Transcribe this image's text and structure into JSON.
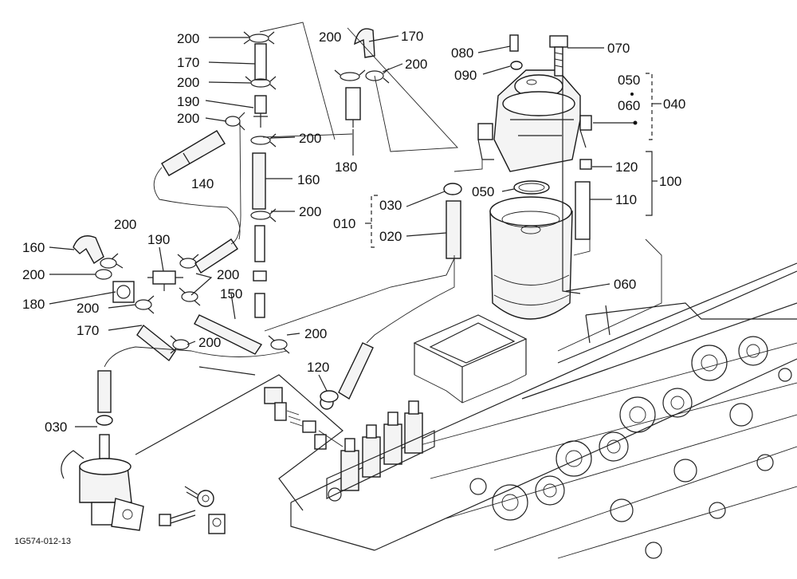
{
  "drawing_id": "1G574-012-13",
  "callouts": [
    {
      "id": "c200a",
      "text": "200"
    },
    {
      "id": "c170a",
      "text": "170"
    },
    {
      "id": "c200b",
      "text": "200"
    },
    {
      "id": "c190a",
      "text": "190"
    },
    {
      "id": "c200c",
      "text": "200"
    },
    {
      "id": "c200d",
      "text": "200"
    },
    {
      "id": "c140",
      "text": "140"
    },
    {
      "id": "c160a",
      "text": "160"
    },
    {
      "id": "c200e",
      "text": "200"
    },
    {
      "id": "c200f",
      "text": "200"
    },
    {
      "id": "c170b",
      "text": "170"
    },
    {
      "id": "c200g",
      "text": "200"
    },
    {
      "id": "c180a",
      "text": "180"
    },
    {
      "id": "c080",
      "text": "080"
    },
    {
      "id": "c090",
      "text": "090"
    },
    {
      "id": "c070",
      "text": "070"
    },
    {
      "id": "c050a",
      "text": "050"
    },
    {
      "id": "c060a",
      "text": "060"
    },
    {
      "id": "c040",
      "text": "040"
    },
    {
      "id": "c120a",
      "text": "120"
    },
    {
      "id": "c100",
      "text": "100"
    },
    {
      "id": "c110",
      "text": "110"
    },
    {
      "id": "c050b",
      "text": "050"
    },
    {
      "id": "c030a",
      "text": "030"
    },
    {
      "id": "c010",
      "text": "010"
    },
    {
      "id": "c020",
      "text": "020"
    },
    {
      "id": "c060b",
      "text": "060"
    },
    {
      "id": "c160b",
      "text": "160"
    },
    {
      "id": "c200h",
      "text": "200"
    },
    {
      "id": "c190b",
      "text": "190"
    },
    {
      "id": "c200i",
      "text": "200"
    },
    {
      "id": "c200j",
      "text": "200"
    },
    {
      "id": "c150",
      "text": "150"
    },
    {
      "id": "c180b",
      "text": "180"
    },
    {
      "id": "c200k",
      "text": "200"
    },
    {
      "id": "c170c",
      "text": "170"
    },
    {
      "id": "c200l",
      "text": "200"
    },
    {
      "id": "c200m",
      "text": "200"
    },
    {
      "id": "c120b",
      "text": "120"
    },
    {
      "id": "c030b",
      "text": "030"
    }
  ]
}
